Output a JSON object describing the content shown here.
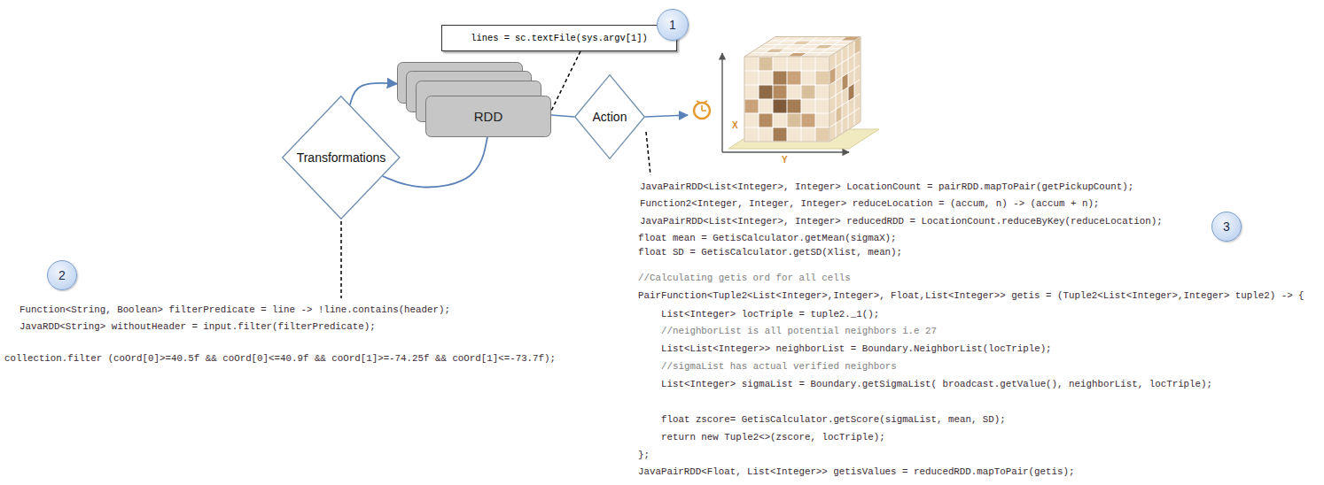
{
  "diagram": {
    "nodes": [
      {
        "text": [
          "lines = sc.textFile(sys.argv[1])"
        ]
      },
      {
        "text": [
          "1"
        ]
      },
      {
        "text": [
          "RDD"
        ]
      },
      {
        "text": [
          "Transformations"
        ]
      },
      {
        "text": [
          "Action"
        ]
      },
      {
        "text": [
          "3"
        ]
      },
      {
        "text": [
          "2"
        ]
      }
    ],
    "edges": [
      {
        "from": 3,
        "to": 2,
        "arrow": "to"
      },
      {
        "from": 2,
        "to": 3,
        "arrow": "none"
      },
      {
        "from": 2,
        "to": 4,
        "arrow": "none"
      },
      {
        "from": 0,
        "to": 2,
        "arrow": "none"
      }
    ],
    "labels": [
      "Function<String, Boolean> filterPredicate = line -> !line.contains(header);",
      "JavaRDD<String> withoutHeader = input.filter(filterPredicate);",
      "collection.filter (coOrd[0]>=40.5f && coOrd[0]<=40.9f && coOrd[1]>=-74.25f && coOrd[1]<=-73.7f);",
      "JavaPairRDD<List<Integer>, Integer> LocationCount = pairRDD.mapToPair(getPickupCount);",
      "Function2<Integer, Integer, Integer> reduceLocation = (accum, n) -> (accum + n);",
      "JavaPairRDD<List<Integer>, Integer> reducedRDD = LocationCount.reduceByKey(reduceLocation);",
      "float mean = GetisCalculator.getMean(sigmaX);",
      "float SD = GetisCalculator.getSD(Xlist, mean);",
      "//Calculating getis ord for all cells",
      "PairFunction<Tuple2<List<Integer>,Integer>, Float,List<Integer>> getis = (Tuple2<List<Integer>,Integer> tuple2) -> {",
      "List<Integer> locTriple = tuple2._1();",
      "//neighborList is all potential neighbors i.e 27",
      "List<List<Integer>> neighborList = Boundary.NeighborList(locTriple);",
      "//sigmaList has actual verified neighbors",
      "List<Integer> sigmaList = Boundary.getSigmaList( broadcast.getValue(), neighborList, locTriple);",
      "float zscore= GetisCalculator.getScore(sigmaList, mean, SD);",
      "return new Tuple2<>(zscore, locTriple);",
      "};",
      "JavaPairRDD<Float, List<Integer>> getisValues = reducedRDD.mapToPair(getis);",
      "X",
      "Y"
    ]
  }
}
